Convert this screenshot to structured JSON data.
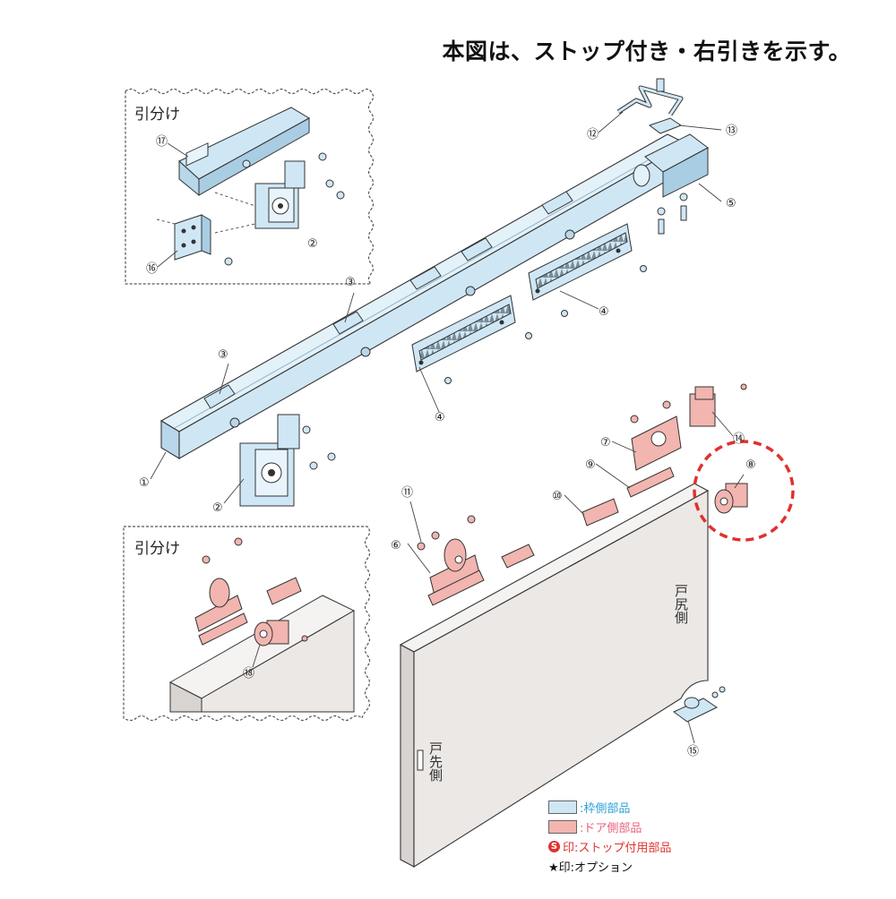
{
  "header": {
    "title": "本図は、ストップ付き・右引きを示す。"
  },
  "insets": {
    "top_title": "引分け",
    "bottom_title": "引分け"
  },
  "door": {
    "rear_side_label": "戸尻側",
    "lead_side_label": "戸先側"
  },
  "callouts": {
    "c1": "①",
    "c2a": "②",
    "c2b": "②",
    "c3a": "③",
    "c3b": "③",
    "c4a": "④",
    "c4b": "④",
    "c5": "⑤",
    "c6": "⑥",
    "c7": "⑦",
    "c8": "⑧",
    "c9": "⑨",
    "c10": "⑩",
    "c11": "⑪",
    "c12": "⑫",
    "c13": "⑬",
    "c14": "⑭",
    "c15": "⑮",
    "c16": "⑯",
    "c17": "⑰",
    "c18": "⑱"
  },
  "legend": {
    "frame": ":枠側部品",
    "door": ":ドア側部品",
    "stop_glyph": "S",
    "stop": "印:ストップ付用部品",
    "option": "★印:オプション"
  },
  "colors": {
    "frame_part": "#cfe7f5",
    "door_part": "#f2b5b0",
    "door_panel": "#ece8e6",
    "frame_text": "#2a9fd8",
    "door_text": "#e8607a",
    "stop_text": "#e0312d",
    "highlight": "#e0312d"
  }
}
